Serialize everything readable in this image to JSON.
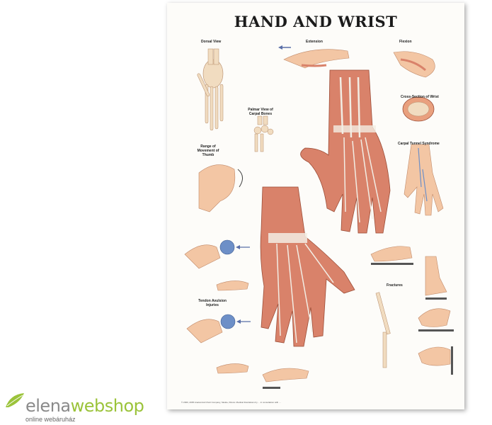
{
  "poster": {
    "title": "HAND AND WRIST",
    "panels": {
      "dorsal": "Dorsal View",
      "extension": "Extension",
      "flexion": "Flexion",
      "palmar_carpal": "Palmar View of Carpal Bones",
      "cross_section": "Cross-Section of Wrist",
      "carpal_tunnel": "Carpal Tunnel Syndrome",
      "range_thumb": "Range of Movement of Thumb",
      "tendon_injuries": "Tendon Avulsion Injuries",
      "fractures": "Fractures"
    },
    "footer": "© 2000, 2005 Anatomical Chart Company, Skokie, Illinois. Medical illustrations by ... in consultation with ..."
  },
  "watermark": {
    "brand_part1": "elena",
    "brand_part2": "webshop",
    "tagline": "online webáruház"
  },
  "colors": {
    "muscle": "#d9826a",
    "bone": "#f1dcc0",
    "skin": "#f3c6a4",
    "tendon": "#f2ede4",
    "brand_green": "#9bc33a"
  }
}
